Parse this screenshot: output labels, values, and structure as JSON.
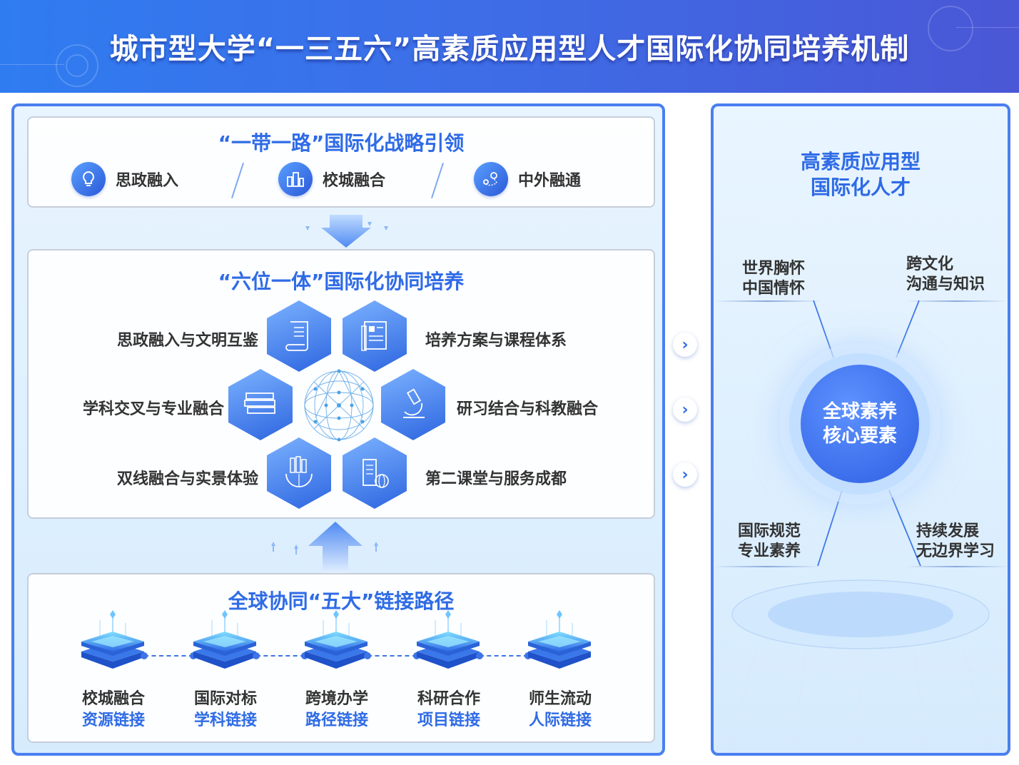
{
  "header": {
    "title": "城市型大学“一三五六”高素质应用型人才国际化协同培养机制"
  },
  "strategy": {
    "title": "“一带一路”国际化战略引领",
    "items": [
      {
        "label": "思政融入",
        "icon": "lightbulb-icon"
      },
      {
        "label": "校城融合",
        "icon": "city-buildings-icon"
      },
      {
        "label": "中外融通",
        "icon": "map-route-icon"
      }
    ]
  },
  "training": {
    "title": "“六位一体”国际化协同培养",
    "items": [
      {
        "label": "思政融入与文明互鉴",
        "icon": "scroll-icon"
      },
      {
        "label": "培养方案与课程体系",
        "icon": "document-icon"
      },
      {
        "label": "学科交叉与专业融合",
        "icon": "book-stack-icon"
      },
      {
        "label": "研习结合与科教融合",
        "icon": "microscope-icon"
      },
      {
        "label": "双线融合与实景体验",
        "icon": "globe-books-icon"
      },
      {
        "label": "第二课堂与服务成都",
        "icon": "building-globe-icon"
      }
    ],
    "center_icon": "network-sphere-icon"
  },
  "paths": {
    "title": "全球协同“五大”链接路径",
    "items": [
      {
        "line1": "校城融合",
        "line2": "资源链接"
      },
      {
        "line1": "国际对标",
        "line2": "学科链接"
      },
      {
        "line1": "跨境办学",
        "line2": "路径链接"
      },
      {
        "line1": "科研合作",
        "line2": "项目链接"
      },
      {
        "line1": "师生流动",
        "line2": "人际链接"
      }
    ]
  },
  "talent": {
    "title_line1": "高素质应用型",
    "title_line2": "国际化人才",
    "core_line1": "全球素养",
    "core_line2": "核心要素",
    "elements": [
      {
        "line1": "世界胸怀",
        "line2": "中国情怀"
      },
      {
        "line1": "跨文化",
        "line2": "沟通与知识"
      },
      {
        "line1": "国际规范",
        "line2": "专业素养"
      },
      {
        "line1": "持续发展",
        "line2": "无边界学习"
      }
    ]
  },
  "colors": {
    "accent": "#2f6be6",
    "header_gradient_start": "#2f7cf0",
    "header_gradient_end": "#4a57d6",
    "panel_border": "#4a7ff0"
  }
}
